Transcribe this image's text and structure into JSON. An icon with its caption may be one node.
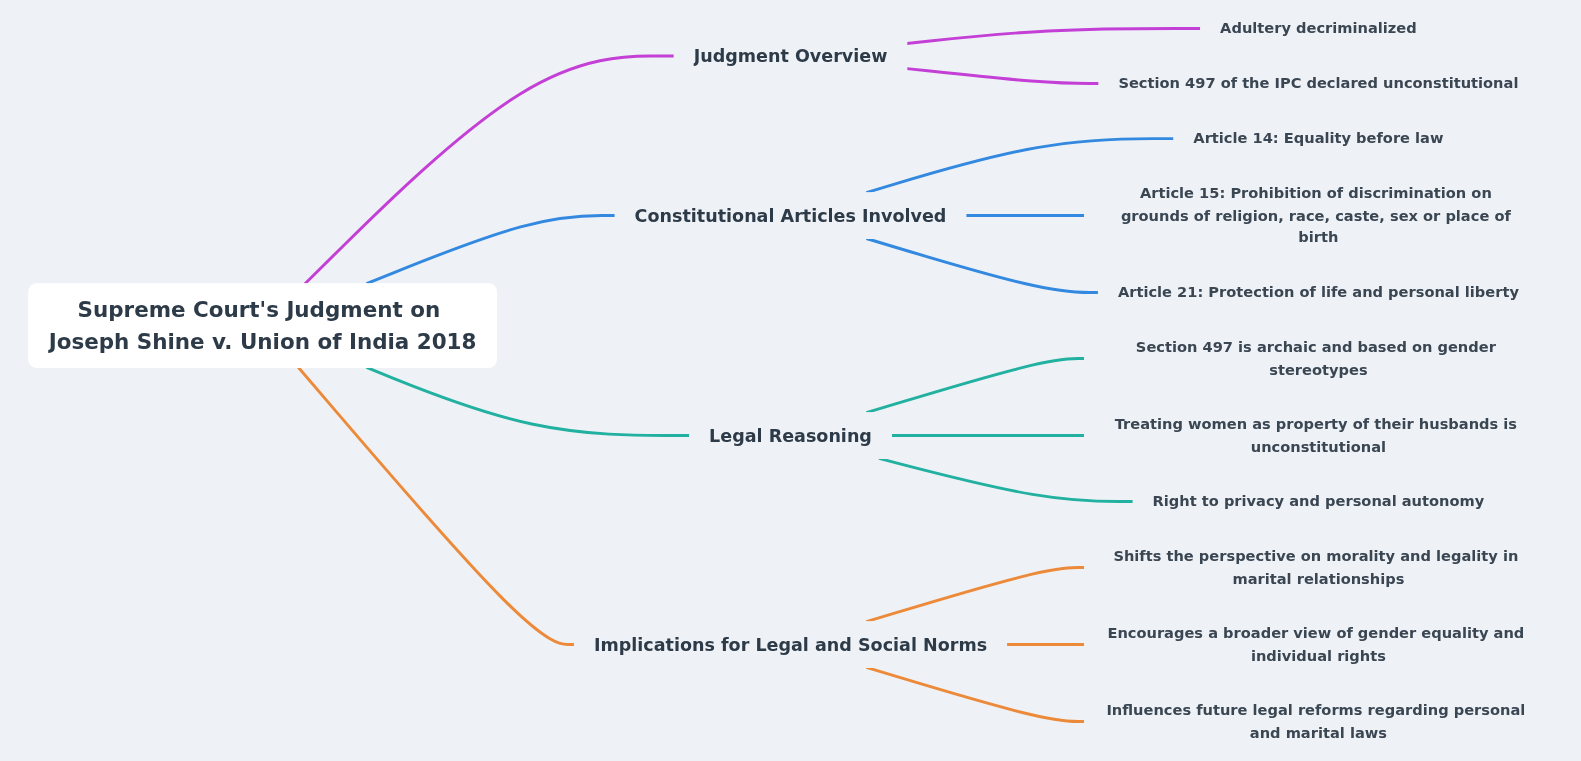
{
  "diagram": {
    "nodes": [
      {
        "text": [
          "Supreme Court's Judgment on Joseph Shine v. Union of India 2018"
        ]
      },
      {
        "text": [
          "Judgment Overview"
        ]
      },
      {
        "text": [
          "Adultery decriminalized"
        ]
      },
      {
        "text": [
          "Section 497 of the IPC declared unconstitutional"
        ]
      },
      {
        "text": [
          "Constitutional Articles Involved"
        ]
      },
      {
        "text": [
          "Article 14: Equality before law"
        ]
      },
      {
        "text": [
          "Article 15: Prohibition of discrimination on grounds of religion, race, caste, sex or place of birth"
        ]
      },
      {
        "text": [
          "Article 21: Protection of life and personal liberty"
        ]
      },
      {
        "text": [
          "Legal Reasoning"
        ]
      },
      {
        "text": [
          "Section 497 is archaic and based on gender stereotypes"
        ]
      },
      {
        "text": [
          "Treating women as property of their husbands is unconstitutional"
        ]
      },
      {
        "text": [
          "Right to privacy and personal autonomy"
        ]
      },
      {
        "text": [
          "Implications for Legal and Social Norms"
        ]
      },
      {
        "text": [
          "Shifts the perspective on morality and legality in marital relationships"
        ]
      },
      {
        "text": [
          "Encourages a broader view of gender equality and individual rights"
        ]
      },
      {
        "text": [
          "Influences future legal reforms regarding personal and marital laws"
        ]
      }
    ],
    "edges": [
      {
        "from": 0,
        "to": 1,
        "arrow": "none",
        "color": "#c43fd6"
      },
      {
        "from": 1,
        "to": 2,
        "arrow": "none",
        "color": "#c43fd6"
      },
      {
        "from": 1,
        "to": 3,
        "arrow": "none",
        "color": "#c43fd6"
      },
      {
        "from": 0,
        "to": 4,
        "arrow": "none",
        "color": "#3389e0"
      },
      {
        "from": 4,
        "to": 5,
        "arrow": "none",
        "color": "#3389e0"
      },
      {
        "from": 4,
        "to": 6,
        "arrow": "none",
        "color": "#3389e0"
      },
      {
        "from": 4,
        "to": 7,
        "arrow": "none",
        "color": "#3389e0"
      },
      {
        "from": 0,
        "to": 8,
        "arrow": "none",
        "color": "#22b0a0"
      },
      {
        "from": 8,
        "to": 9,
        "arrow": "none",
        "color": "#22b0a0"
      },
      {
        "from": 8,
        "to": 10,
        "arrow": "none",
        "color": "#22b0a0"
      },
      {
        "from": 8,
        "to": 11,
        "arrow": "none",
        "color": "#22b0a0"
      },
      {
        "from": 0,
        "to": 12,
        "arrow": "none",
        "color": "#ec8a3a"
      },
      {
        "from": 12,
        "to": 13,
        "arrow": "none",
        "color": "#ec8a3a"
      },
      {
        "from": 12,
        "to": 14,
        "arrow": "none",
        "color": "#ec8a3a"
      },
      {
        "from": 12,
        "to": 15,
        "arrow": "none",
        "color": "#ec8a3a"
      }
    ]
  }
}
